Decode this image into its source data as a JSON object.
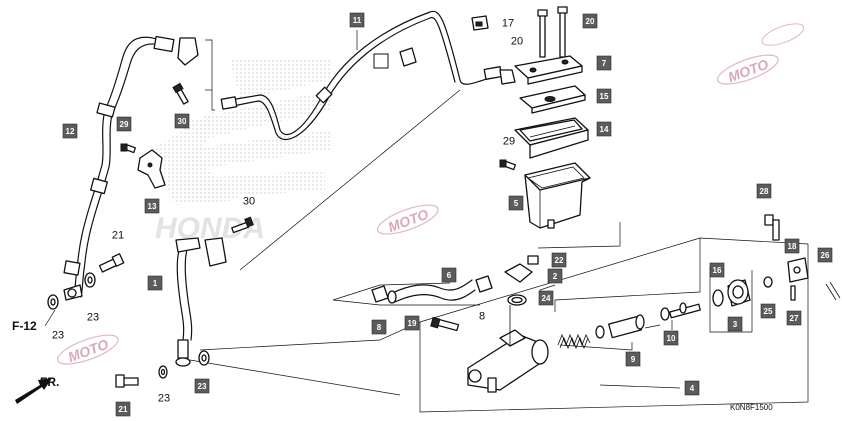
{
  "diagram_code": "K0N8F1500",
  "direction_label": "FR.",
  "ref_label": "F-12",
  "watermark_text": "MOTO",
  "logo_text": "HONDA",
  "colors": {
    "tag_fill": "#5c5c5c",
    "tag_text": "#ffffff",
    "line": "#111111",
    "watermark": "#d9d9d9"
  },
  "callouts": [
    {
      "id": "c11a",
      "num": "11",
      "style": "tag"
    },
    {
      "id": "c17",
      "num": "17",
      "style": "plain"
    },
    {
      "id": "c20a",
      "num": "20",
      "style": "tag"
    },
    {
      "id": "c20b",
      "num": "20",
      "style": "plain"
    },
    {
      "id": "c7",
      "num": "7",
      "style": "tag"
    },
    {
      "id": "c15",
      "num": "15",
      "style": "tag"
    },
    {
      "id": "c14",
      "num": "14",
      "style": "tag"
    },
    {
      "id": "c29a",
      "num": "29",
      "style": "plain"
    },
    {
      "id": "c5",
      "num": "5",
      "style": "tag"
    },
    {
      "id": "c12",
      "num": "12",
      "style": "tag"
    },
    {
      "id": "c29b",
      "num": "29",
      "style": "tag"
    },
    {
      "id": "c30a",
      "num": "30",
      "style": "tag"
    },
    {
      "id": "c13",
      "num": "13",
      "style": "tag"
    },
    {
      "id": "c30b",
      "num": "30",
      "style": "plain"
    },
    {
      "id": "c21a",
      "num": "21",
      "style": "plain"
    },
    {
      "id": "c1",
      "num": "1",
      "style": "tag"
    },
    {
      "id": "c6",
      "num": "6",
      "style": "tag"
    },
    {
      "id": "c22",
      "num": "22",
      "style": "tag"
    },
    {
      "id": "c2",
      "num": "2",
      "style": "tag"
    },
    {
      "id": "c24",
      "num": "24",
      "style": "tag"
    },
    {
      "id": "c16",
      "num": "16",
      "style": "tag"
    },
    {
      "id": "c28",
      "num": "28",
      "style": "tag"
    },
    {
      "id": "c18",
      "num": "18",
      "style": "tag"
    },
    {
      "id": "c26a",
      "num": "26",
      "style": "tag"
    },
    {
      "id": "c25",
      "num": "25",
      "style": "tag"
    },
    {
      "id": "c27",
      "num": "27",
      "style": "tag"
    },
    {
      "id": "c3",
      "num": "3",
      "style": "tag"
    },
    {
      "id": "c10",
      "num": "10",
      "style": "tag"
    },
    {
      "id": "c9",
      "num": "9",
      "style": "tag"
    },
    {
      "id": "c4",
      "num": "4",
      "style": "tag"
    },
    {
      "id": "c8a",
      "num": "8",
      "style": "tag"
    },
    {
      "id": "c8b",
      "num": "8",
      "style": "plain"
    },
    {
      "id": "c19",
      "num": "19",
      "style": "tag"
    },
    {
      "id": "c23a",
      "num": "23",
      "style": "plain"
    },
    {
      "id": "c23b",
      "num": "23",
      "style": "plain"
    },
    {
      "id": "c23c",
      "num": "23",
      "style": "plain"
    },
    {
      "id": "c23d",
      "num": "23",
      "style": "tag"
    },
    {
      "id": "c21b",
      "num": "21",
      "style": "tag"
    }
  ]
}
